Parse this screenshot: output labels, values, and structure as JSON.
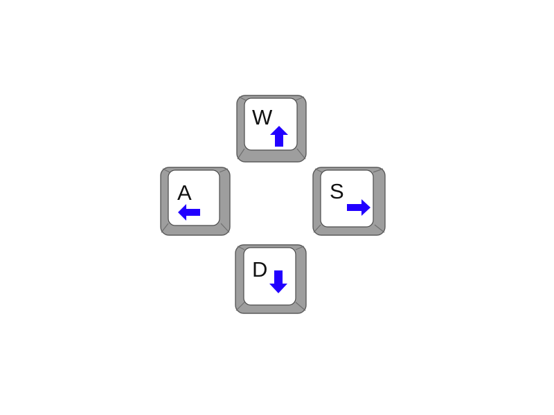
{
  "colors": {
    "arrow": "#2200ff",
    "keycap_side": "#9e9e9e",
    "keycap_top": "#ffffff",
    "keycap_outline": "#4a4a4a"
  },
  "keys": {
    "w": {
      "letter": "W",
      "arrow_icon": "arrow-up-icon"
    },
    "a": {
      "letter": "A",
      "arrow_icon": "arrow-left-icon"
    },
    "s": {
      "letter": "S",
      "arrow_icon": "arrow-right-icon"
    },
    "d": {
      "letter": "D",
      "arrow_icon": "arrow-down-icon"
    }
  }
}
